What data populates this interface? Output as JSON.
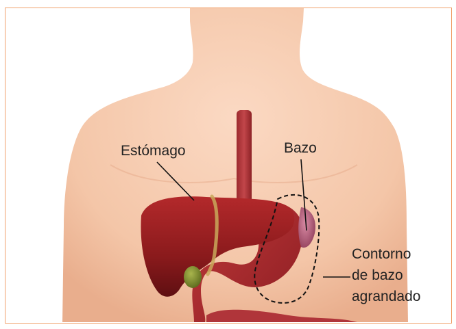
{
  "labels": {
    "stomach": "Estómago",
    "spleen": "Bazo",
    "outline_line1": "Contorno",
    "outline_line2": "de bazo",
    "outline_line3": "agrandado"
  },
  "colors": {
    "frame_border": "#f0a06a",
    "skin": "#f6cdb2",
    "liver": "#8a1a1c",
    "gallbladder": "#7c8a2e",
    "spleen": "#b05a78"
  }
}
